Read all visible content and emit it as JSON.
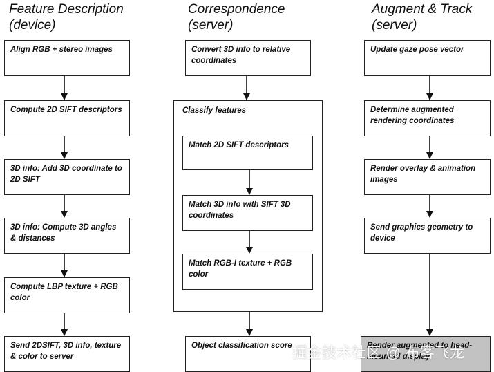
{
  "columns": [
    {
      "title": "Feature Description\n(device)",
      "steps": [
        "Align RGB + stereo images",
        "Compute 2D SIFT descriptors",
        "3D info: Add 3D coordinate to 2D SIFT",
        "3D info: Compute 3D angles & distances",
        "Compute LBP texture + RGB color",
        "Send 2DSIFT, 3D info, texture & color to server"
      ]
    },
    {
      "title": "Correspondence\n(server)",
      "steps": [
        "Convert 3D info to relative coordinates",
        "Object classification score"
      ],
      "group_label": "Classify features",
      "group_steps": [
        "Match 2D SIFT descriptors",
        "Match 3D info with SIFT 3D coordinates",
        "Match RGB-I texture + RGB color"
      ]
    },
    {
      "title": "Augment & Track\n(server)",
      "steps": [
        "Update gaze pose vector",
        "Determine augmented rendering coordinates",
        "Render overlay & animation images",
        "Send graphics geometry to device",
        "Render augmented to head-mounted display"
      ]
    }
  ],
  "watermark": "掘金技术社区 @ 布客飞龙"
}
